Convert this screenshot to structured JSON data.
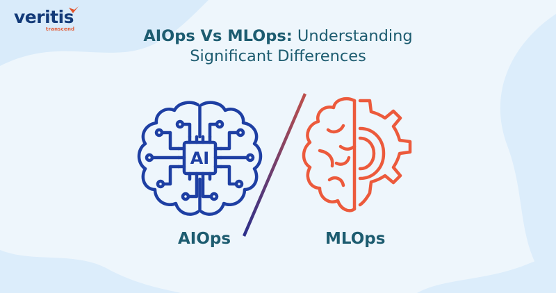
{
  "logo": {
    "name": "veritis",
    "tagline": "transcend"
  },
  "title": {
    "bold": "AIOps Vs MLOps:",
    "rest": " Understanding",
    "line2": "Significant Differences"
  },
  "left": {
    "label": "AIOps",
    "chip_text": "AI"
  },
  "right": {
    "label": "MLOps"
  },
  "icons": {
    "left": "ai-brain-chip-icon",
    "right": "brain-gear-icon"
  },
  "colors": {
    "background": "#eef6fc",
    "blob": "#d8ebfa",
    "brand": "#133a78",
    "accent": "#e2542c",
    "title": "#1d5c70",
    "brain_blue": "#1e3fa3",
    "brain_orange": "#ec5a3c"
  }
}
